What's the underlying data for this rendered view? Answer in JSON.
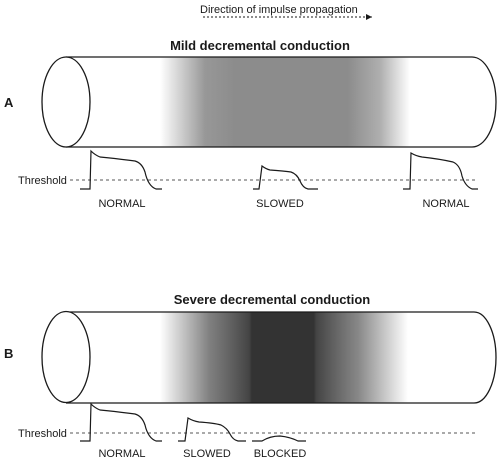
{
  "direction_label": "Direction of impulse propagation",
  "panel_a": {
    "letter": "A",
    "title": "Mild decremental conduction",
    "threshold_label": "Threshold",
    "potentials": [
      "NORMAL",
      "SLOWED",
      "NORMAL"
    ]
  },
  "panel_b": {
    "letter": "B",
    "title": "Severe decremental conduction",
    "threshold_label": "Threshold",
    "potentials": [
      "NORMAL",
      "SLOWED",
      "BLOCKED"
    ]
  },
  "colors": {
    "mild_shade": "#8c8c8c",
    "severe_shade": "#5a5a5a",
    "severe_core": "#333333",
    "line": "#1a1a1a"
  }
}
